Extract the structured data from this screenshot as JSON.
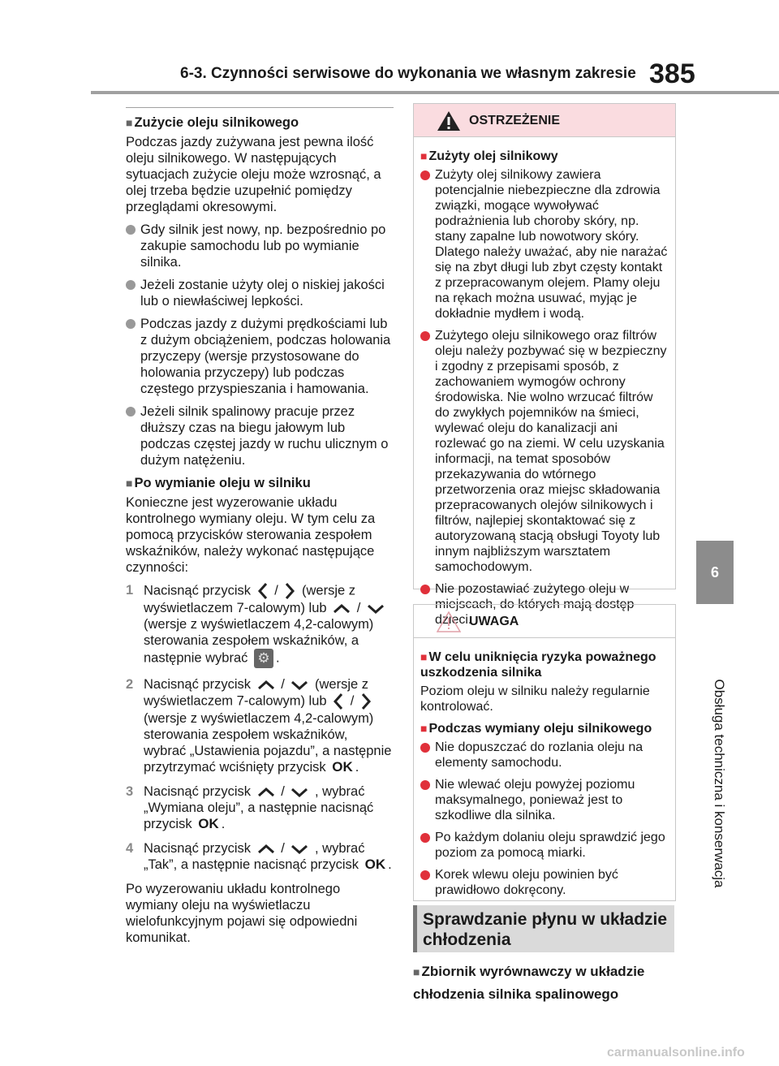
{
  "header": {
    "title": "6-3. Czynności serwisowe do wykonania we własnym zakresie",
    "page_number": "385"
  },
  "side": {
    "chapter": "6",
    "label": "Obsługa techniczna i konserwacja"
  },
  "left": {
    "h1": "Zużycie oleju silnikowego",
    "p1": "Podczas jazdy zużywana jest pewna ilość oleju silnikowego. W następujących sytuacjach zużycie oleju może wzrosnąć, a olej trzeba będzie uzupełnić pomiędzy przeglądami okresowymi.",
    "bullets": [
      "Gdy silnik jest nowy, np. bezpośrednio po zakupie samochodu lub po wymianie silnika.",
      "Jeżeli zostanie użyty olej o niskiej jakości lub o niewłaściwej lepkości.",
      "Podczas jazdy z dużymi prędkościami lub z dużym obciążeniem, podczas holowania przyczepy (wersje przystosowane do holowania przyczepy) lub podczas częstego przyspieszania i hamowania.",
      "Jeżeli silnik spalinowy pracuje przez dłuższy czas na biegu jałowym lub podczas częstej jazdy w ruchu ulicznym o dużym natężeniu."
    ],
    "h2": "Po wymianie oleju w silniku",
    "p2": "Konieczne jest wyzerowanie układu kontrolnego wymiany oleju. W tym celu za pomocą przycisków sterowania zespołem wskaźników, należy wykonać następujące czynności:",
    "step1": {
      "n": "1",
      "a": "Nacisnąć przycisk",
      "sep": "/",
      "b": "(wersje z wyświetlaczem 7-calowym) lub",
      "c": "(wersje z wyświetlaczem 4,2-calowym) sterowania zespołem wskaźników, a następnie wybrać",
      "end": "."
    },
    "step2": {
      "n": "2",
      "a": "Nacisnąć przycisk",
      "b": "(wersje z wyświetlaczem 7-calowym) lub",
      "c": "(wersje z wyświetlaczem 4,2-calowym) sterowania zespołem wskaźników, wybrać „Ustawienia pojazdu”, a następnie przytrzymać wciśnięty przycisk",
      "end": "."
    },
    "step3": {
      "n": "3",
      "a": "Nacisnąć przycisk",
      "b": ", wybrać „Wymiana oleju”, a następnie nacisnąć przycisk",
      "end": "."
    },
    "step4": {
      "n": "4",
      "a": "Nacisnąć przycisk",
      "b": ", wybrać „Tak”, a następnie nacisnąć przycisk",
      "end": "."
    },
    "ok": "OK",
    "p3": "Po wyzerowaniu układu kontrolnego wymiany oleju na wyświetlaczu wielofunkcyjnym pojawi się odpowiedni komunikat."
  },
  "warning": {
    "title": "OSTRZEŻENIE",
    "h": "Zużyty olej silnikowy",
    "bullets": [
      "Zużyty olej silnikowy zawiera potencjalnie niebezpieczne dla zdrowia związki, mogące wywoływać podrażnienia lub choroby skóry, np. stany zapalne lub nowotwory skóry. Dlatego należy uważać, aby nie narażać się na zbyt długi lub zbyt częsty kontakt z przepracowanym olejem. Plamy oleju na rękach można usuwać, myjąc je dokładnie mydłem i wodą.",
      "Zużytego oleju silnikowego oraz filtrów oleju należy pozbywać się w bezpieczny i zgodny z przepisami sposób, z zachowaniem wymogów ochrony środowiska. Nie wolno wrzucać filtrów do zwykłych pojemników na śmieci, wylewać oleju do kanalizacji ani rozlewać go na ziemi. W celu uzyskania informacji, na temat sposobów przekazywania do wtórnego przetworzenia oraz miejsc składowania przepracowanych olejów silnikowych i filtrów, najlepiej skontaktować się z autoryzowaną stacją obsługi Toyoty lub innym najbliższym warsztatem samochodowym.",
      "Nie pozostawiać zużytego oleju w miejscach, do których mają dostęp dzieci."
    ]
  },
  "notice": {
    "title": "UWAGA",
    "h1": "W celu uniknięcia ryzyka poważnego uszkodzenia silnika",
    "p1": "Poziom oleju w silniku należy regularnie kontrolować.",
    "h2": "Podczas wymiany oleju silnikowego",
    "bullets": [
      "Nie dopuszczać do rozlania oleju na elementy samochodu.",
      "Nie wlewać oleju powyżej poziomu maksymalnego, ponieważ jest to szkodliwe dla silnika.",
      "Po każdym dolaniu oleju sprawdzić jego poziom za pomocą miarki.",
      "Korek wlewu oleju powinien być prawidłowo dokręcony."
    ]
  },
  "section": {
    "title": "Sprawdzanie płynu w układzie chłodzenia",
    "sub": "Zbiornik wyrównawczy w układzie chłodzenia silnika spalinowego"
  },
  "watermark": "carmanualsonline.info"
}
